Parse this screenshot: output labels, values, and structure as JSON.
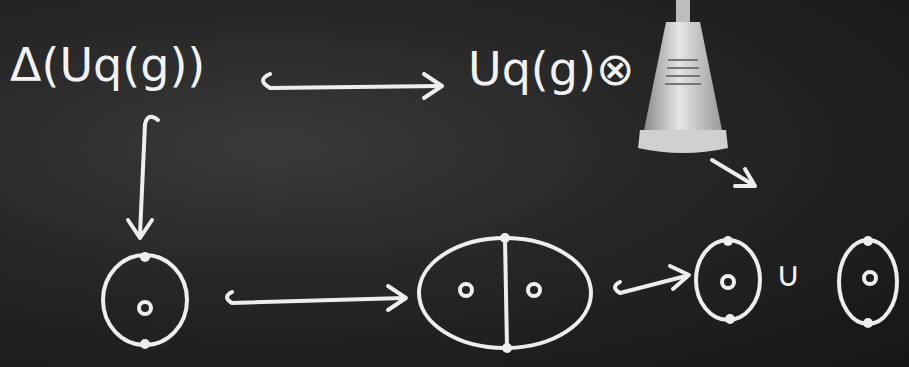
{
  "diagram": {
    "labels": [
      "Δ(Uq(g))",
      "Uq(g)⊗",
      "∪"
    ]
  }
}
